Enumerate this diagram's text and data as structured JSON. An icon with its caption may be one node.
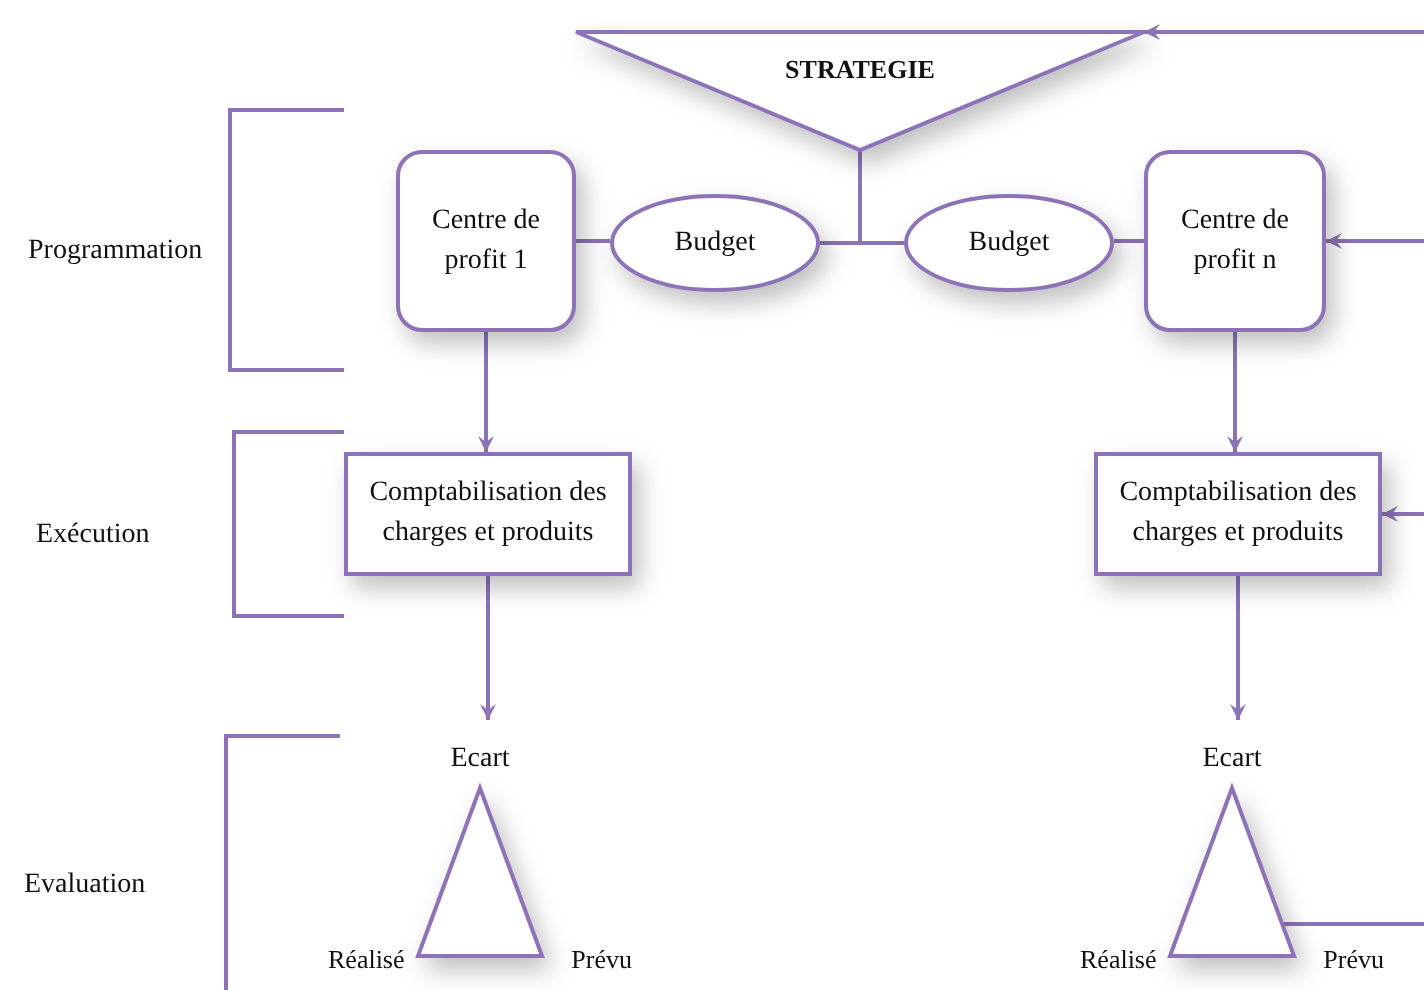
{
  "diagram": {
    "nodes": [
      {
        "text": [
          "STRATEGIE"
        ]
      },
      {
        "text": [
          "Centre de profit 1"
        ]
      },
      {
        "text": [
          "Budget"
        ]
      },
      {
        "text": [
          "Budget"
        ]
      },
      {
        "text": [
          "Centre de profit n"
        ]
      },
      {
        "text": [
          "Comptabilisation des charges et produits"
        ]
      },
      {
        "text": [
          "Comptabilisation des charges et produits"
        ]
      },
      {
        "text": [
          "Ecart"
        ],
        "beside": [
          "Réalisé",
          "Prévu"
        ]
      },
      {
        "text": [
          "Ecart"
        ],
        "beside": [
          "Réalisé",
          "Prévu"
        ]
      }
    ],
    "edges": [
      {
        "from": null,
        "to": 0,
        "arrow": "to"
      },
      {
        "from": 0,
        "to": 2,
        "arrow": "none"
      },
      {
        "from": 0,
        "to": 3,
        "arrow": "none"
      },
      {
        "from": 2,
        "to": 1,
        "arrow": "none"
      },
      {
        "from": 3,
        "to": 4,
        "arrow": "none"
      },
      {
        "from": null,
        "to": 4,
        "arrow": "to"
      },
      {
        "from": 1,
        "to": 5,
        "arrow": "to"
      },
      {
        "from": 4,
        "to": 6,
        "arrow": "to"
      },
      {
        "from": null,
        "to": 6,
        "arrow": "to"
      },
      {
        "from": 5,
        "to": 7,
        "arrow": "to"
      },
      {
        "from": 6,
        "to": 8,
        "arrow": "to"
      },
      {
        "from": 8,
        "to": null,
        "arrow": "none"
      }
    ],
    "labels": [
      "Programmation",
      "Exécution",
      "Evaluation"
    ]
  }
}
